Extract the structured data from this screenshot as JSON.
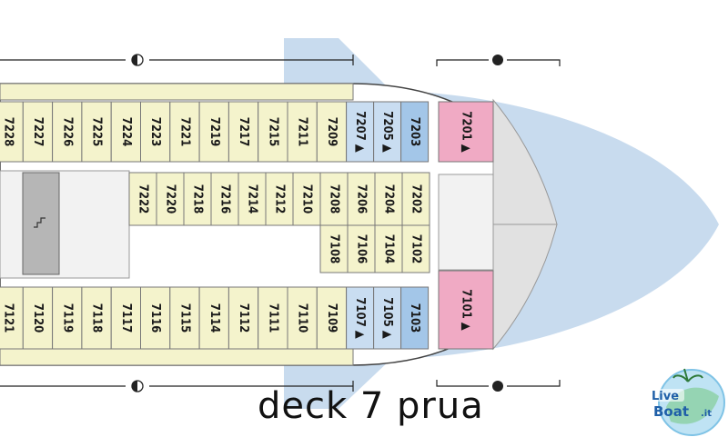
{
  "caption": "deck 7 prua",
  "logo_text": {
    "live": "Live",
    "boat": "Boat",
    "domain": ".it"
  },
  "colors": {
    "cabin_yellow": "#f4f3cc",
    "cabin_blue_light": "#c9ddf1",
    "cabin_blue": "#a3c6e8",
    "cabin_pink": "#f0aac4",
    "bow_water": "#c8dbee",
    "bow_deck": "#e1e1e1",
    "corridor": "#f2f2f2",
    "stair": "#b6b6b6"
  },
  "cabins": {
    "top_row": [
      "7228",
      "7227",
      "7226",
      "7225",
      "7224",
      "7223",
      "7221",
      "7219",
      "7217",
      "7215",
      "7211",
      "7209"
    ],
    "top_row_accessible": [
      "7207"
    ],
    "top_row_blue": [
      "7205",
      "7203"
    ],
    "top_pink": "7201",
    "inner_upper": [
      "7222",
      "7220",
      "7218",
      "7216",
      "7214",
      "7212",
      "7210",
      "7208",
      "7206",
      "7204",
      "7202"
    ],
    "inner_lower": [
      "7108",
      "7106",
      "7104",
      "7102"
    ],
    "bottom_row": [
      "7121",
      "7120",
      "7119",
      "7118",
      "7117",
      "7116",
      "7115",
      "7114",
      "7112",
      "7111",
      "7110",
      "7109"
    ],
    "bottom_row_accessible": [
      "7107"
    ],
    "bottom_row_blue": [
      "7105",
      "7103"
    ],
    "bottom_pink": "7101",
    "with_arrow": [
      "7207",
      "7205",
      "7201",
      "7107",
      "7105",
      "7101"
    ]
  }
}
